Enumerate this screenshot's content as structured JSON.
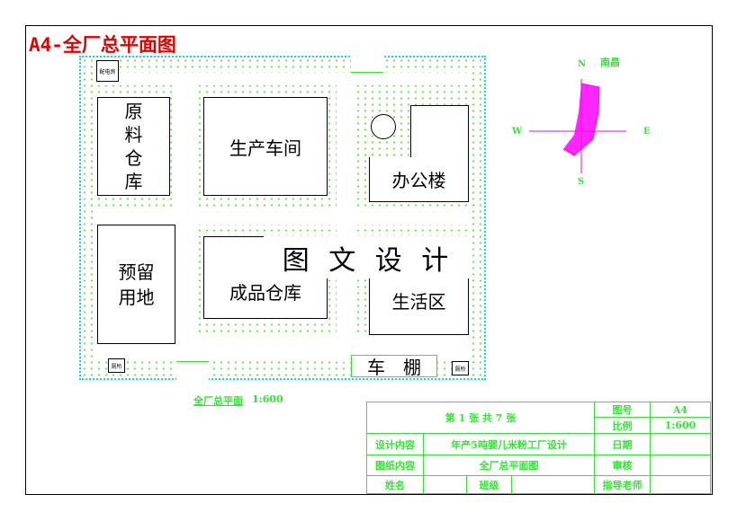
{
  "title": "A4-全厂总平面图",
  "buildings": {
    "raw_warehouse": "原\n料\n仓\n库",
    "production": "生产车间",
    "office": "办公楼",
    "reserved": "预留\n用地",
    "product_warehouse": "成品仓库",
    "living": "生活区",
    "bike_shed": "车　棚",
    "power_room": "配电房",
    "toilet": "厕所"
  },
  "watermark": "图 文 设 计",
  "caption": {
    "name": "全厂总平面",
    "scale": "1:600"
  },
  "compass": {
    "n": "N",
    "s": "S",
    "w": "W",
    "e": "E",
    "city": "南昌",
    "color": "#ff00ff"
  },
  "title_block": {
    "sheet": "第 1 张  共 7 张",
    "drawing_no_label": "图号",
    "drawing_no": "A4",
    "scale_label": "比例",
    "scale": "1:600",
    "design_label": "设计内容",
    "design": "年产5吨婴儿米粉工厂设计",
    "date_label": "日期",
    "content_label": "图纸内容",
    "content": "全厂总平面图",
    "review_label": "审核",
    "name_label": "姓名",
    "class_label": "班级",
    "advisor_label": "指导老师"
  },
  "colors": {
    "green": "#2ee82e",
    "red": "#e00000",
    "cyan": "#00e0e0"
  }
}
